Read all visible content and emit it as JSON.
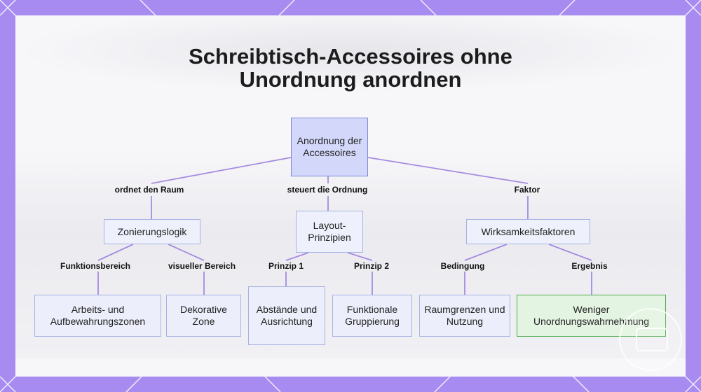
{
  "title": {
    "line1": "Schreibtisch-Accessoires ohne",
    "line2": "Unordnung anordnen"
  },
  "nodes": {
    "root": "Anordnung der Accessoires",
    "zoning": "Zonierungslogik",
    "layout": "Layout-Prinzipien",
    "factors": "Wirksamkeitsfaktoren",
    "work_zones": "Arbeits- und Aufbewahrungszonen",
    "deco_zone": "Dekorative Zone",
    "spacing": "Abstände und Ausrichtung",
    "grouping": "Funktionale Gruppierung",
    "boundaries": "Raumgrenzen und Nutzung",
    "less_clutter": "Weniger Unordnungswahrnehmung"
  },
  "edges": {
    "root_zoning": "ordnet den Raum",
    "root_layout": "steuert die Ordnung",
    "root_factors": "Faktor",
    "zoning_work": "Funktionsbereich",
    "zoning_deco": "visueller Bereich",
    "layout_spacing": "Prinzip 1",
    "layout_grouping": "Prinzip 2",
    "factors_boundaries": "Bedingung",
    "factors_result": "Ergebnis"
  },
  "colors": {
    "frame": "#a78bf0",
    "edge": "#a58be0",
    "root_fill": "#d3d8fb",
    "node_fill": "#eceefb",
    "result_border": "#4caa4c"
  },
  "icons": {
    "badge": "logo-badge-icon"
  }
}
